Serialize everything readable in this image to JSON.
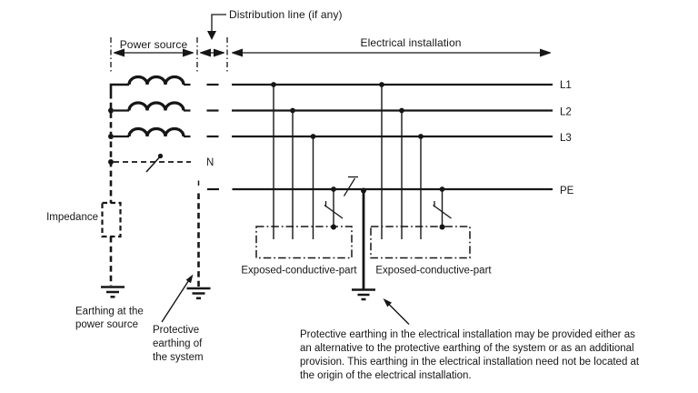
{
  "colors": {
    "background": "#ffffff",
    "line": "#161616",
    "text": "#161616"
  },
  "header": {
    "distribution_line_label": "Distribution line (if any)",
    "power_source_label": "Power source",
    "electrical_installation_label": "Electrical installation"
  },
  "conductor_labels": {
    "l1": "L1",
    "l2": "L2",
    "l3": "L3",
    "n": "N",
    "pe": "PE"
  },
  "source_labels": {
    "impedance": "Impedance",
    "earthing_at_power_source": [
      "Earthing at the",
      "power source"
    ],
    "protective_earthing_of_system": [
      "Protective",
      "earthing of",
      "the system"
    ]
  },
  "installation_labels": {
    "exposed_conductive_part_1": "Exposed-conductive-part",
    "exposed_conductive_part_2": "Exposed-conductive-part"
  },
  "note": {
    "lines": [
      "Protective earthing in the electrical installation may be provided either as",
      "an alternative to the protective earthing of the system or as an additional",
      "provision. This earthing in the electrical installation need not be located at",
      "the origin of the electrical installation."
    ]
  }
}
